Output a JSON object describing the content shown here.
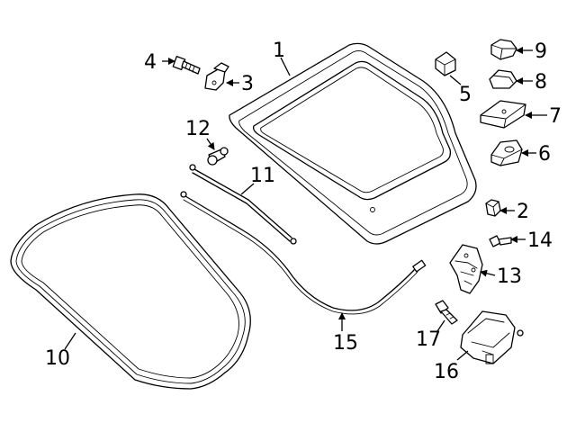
{
  "diagram": {
    "callouts": [
      {
        "id": 1,
        "text": "1"
      },
      {
        "id": 2,
        "text": "2"
      },
      {
        "id": 3,
        "text": "3"
      },
      {
        "id": 4,
        "text": "4"
      },
      {
        "id": 5,
        "text": "5"
      },
      {
        "id": 6,
        "text": "6"
      },
      {
        "id": 7,
        "text": "7"
      },
      {
        "id": 8,
        "text": "8"
      },
      {
        "id": 9,
        "text": "9"
      },
      {
        "id": 10,
        "text": "10"
      },
      {
        "id": 11,
        "text": "11"
      },
      {
        "id": 12,
        "text": "12"
      },
      {
        "id": 13,
        "text": "13"
      },
      {
        "id": 14,
        "text": "14"
      },
      {
        "id": 15,
        "text": "15"
      },
      {
        "id": 16,
        "text": "16"
      },
      {
        "id": 17,
        "text": "17"
      }
    ]
  }
}
